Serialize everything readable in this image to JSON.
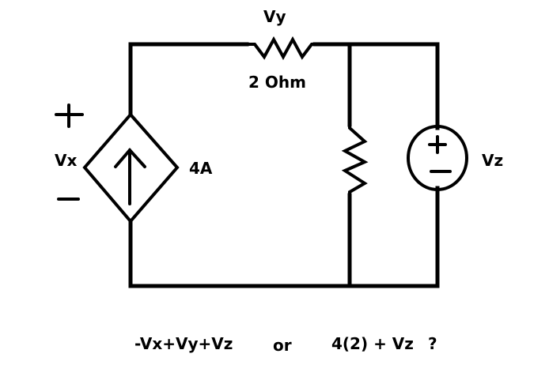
{
  "diagram": {
    "type": "circuit",
    "components": {
      "series_resistor": {
        "label_top": "Vy",
        "label_bottom": "2 Ohm"
      },
      "dependent_current_source": {
        "label_left": "Vx",
        "label_right": "4A",
        "plus": "+",
        "minus": "−"
      },
      "shunt_resistor": {},
      "voltage_source": {
        "label": "Vz",
        "plus": "+",
        "minus": "−"
      }
    },
    "question": {
      "option_a": "-Vx+Vy+Vz",
      "connector": "or",
      "option_b": "4(2) + Vz",
      "mark": "?"
    }
  }
}
